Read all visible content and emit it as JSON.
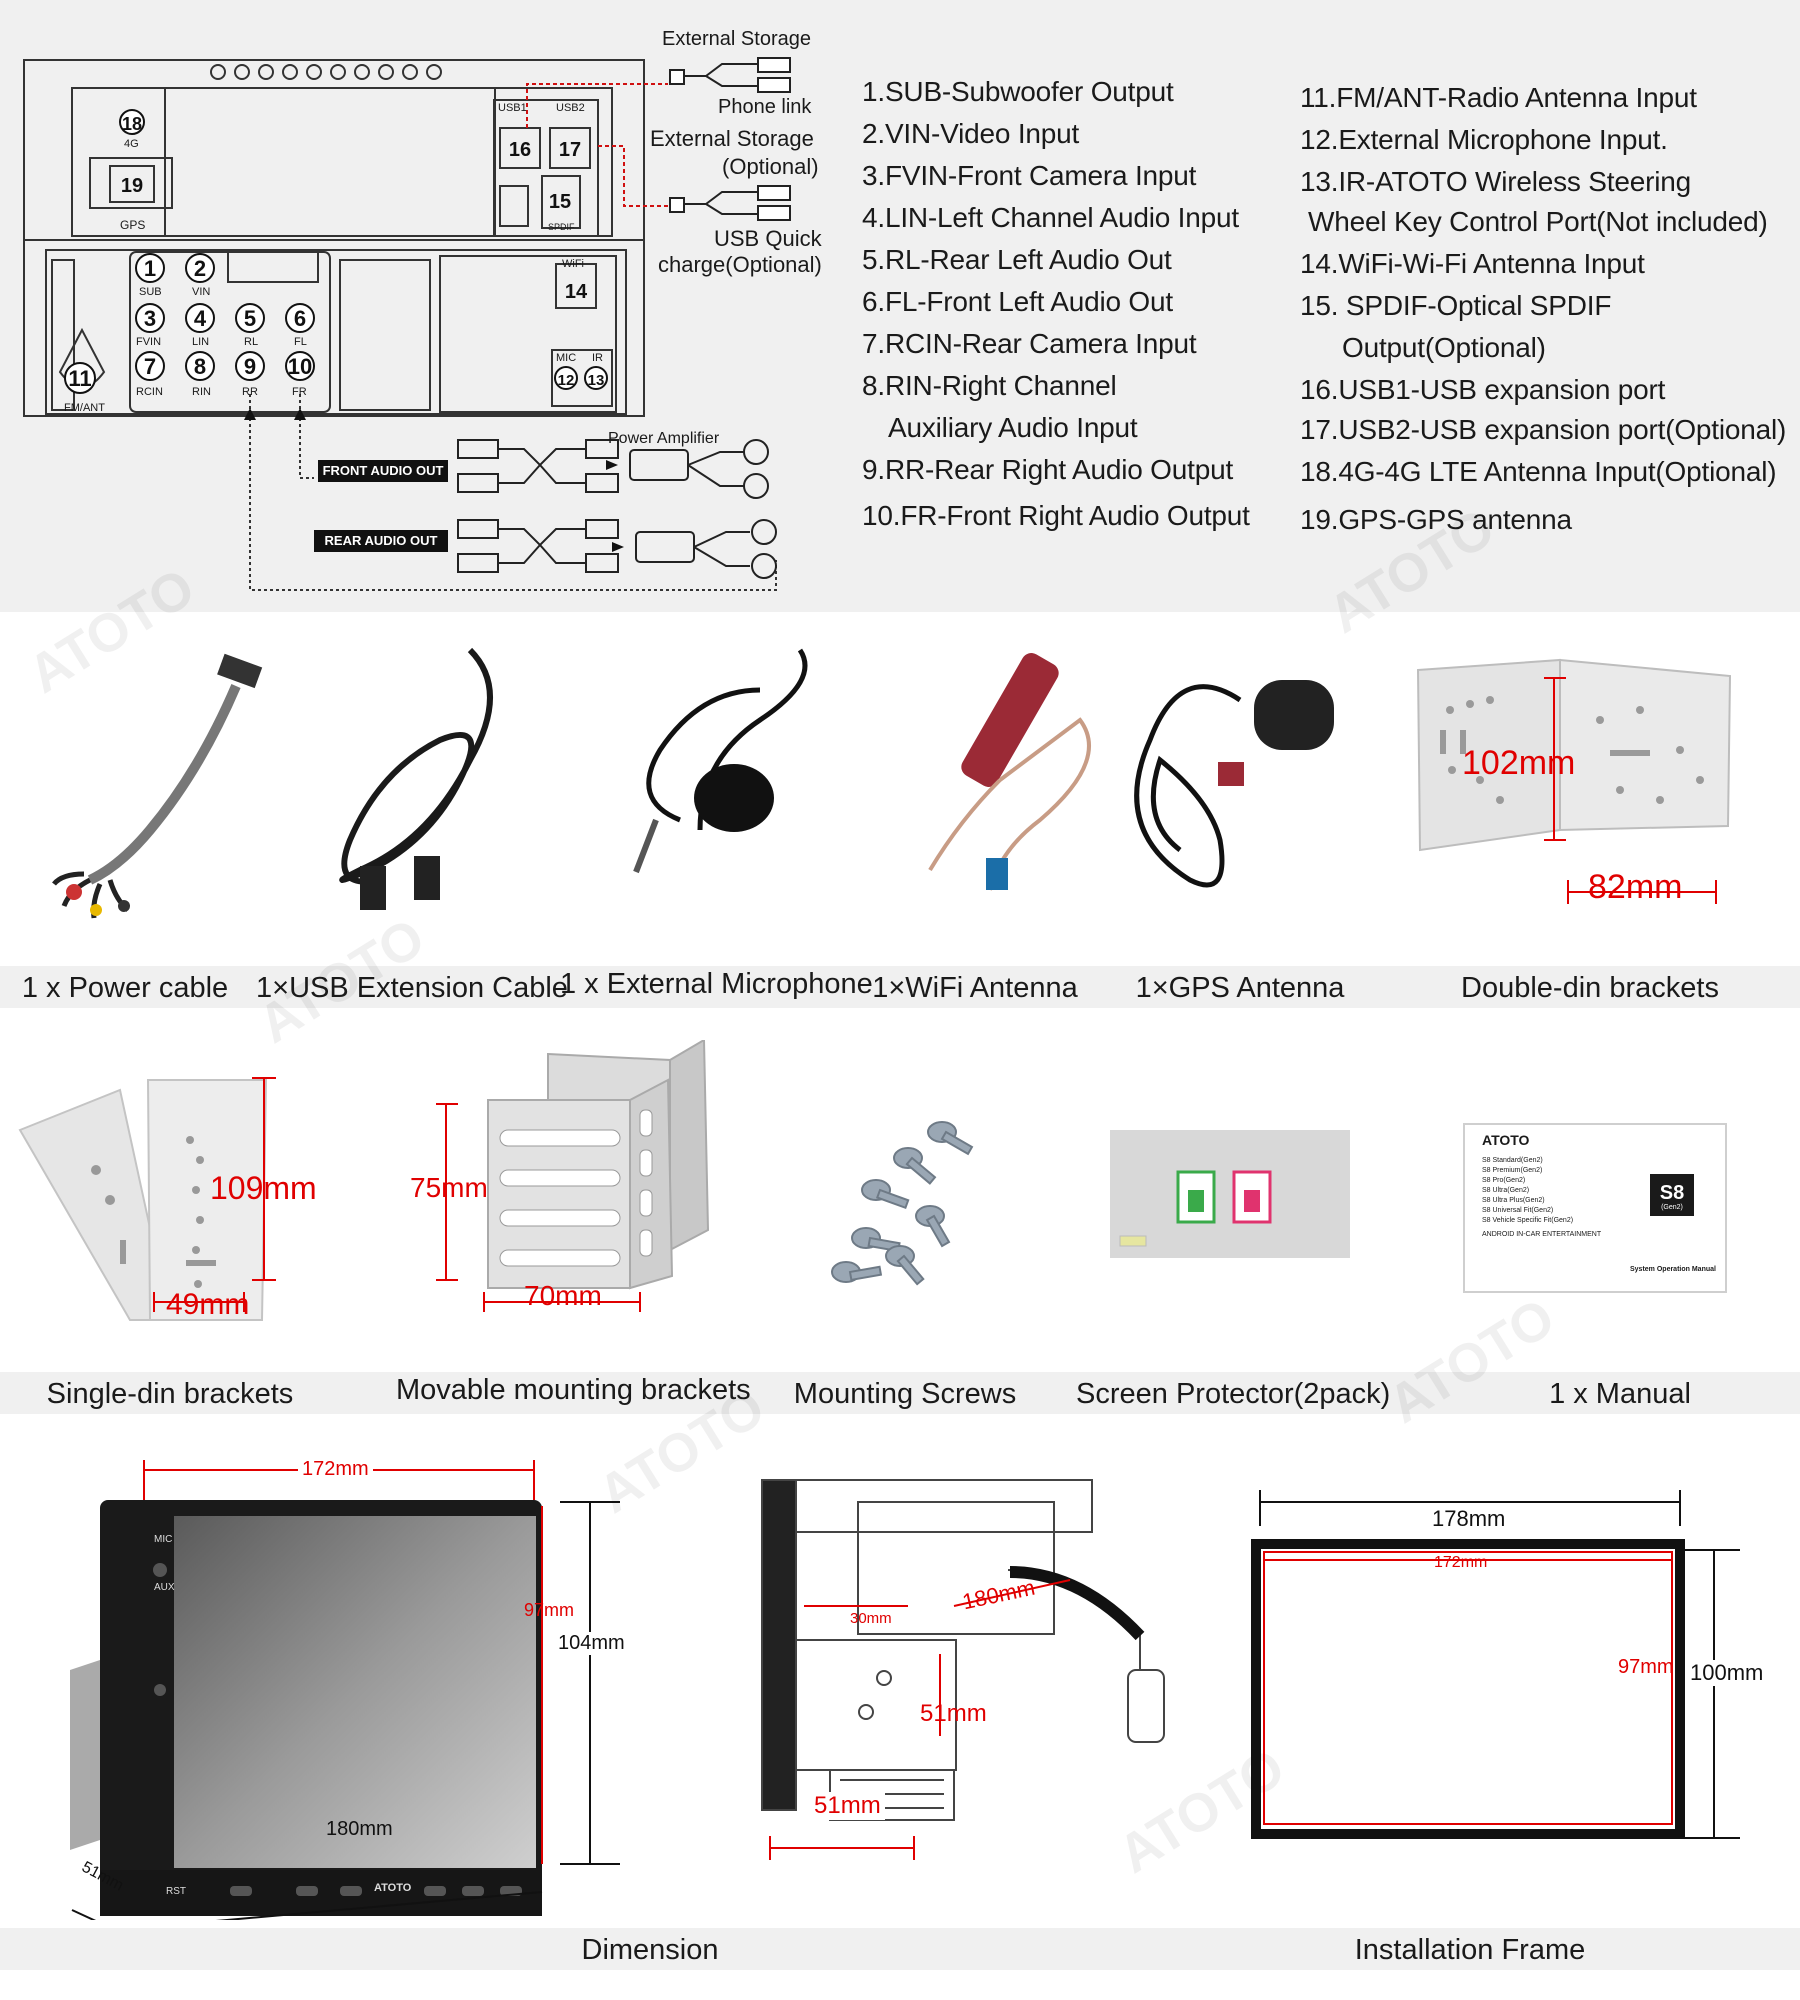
{
  "brand": "ATOTO",
  "wiring": {
    "ext_storage": "External Storage",
    "phone_link": "Phone link",
    "ext_storage_opt_1": "External Storage",
    "ext_storage_opt_2": "(Optional)",
    "usb_quick_1": "USB Quick",
    "usb_quick_2": "charge(Optional)",
    "power_amp": "Power Amplifier",
    "front_audio_out": "FRONT AUDIO OUT",
    "rear_audio_out": "REAR AUDIO OUT",
    "port_labels": {
      "g4": "4G",
      "gps": "GPS",
      "usb1": "USB1",
      "usb2": "USB2",
      "spdif": "SPDIF",
      "wifi": "WiFi",
      "sub": "SUB",
      "vin": "VIN",
      "fvin": "FVIN",
      "lin": "LIN",
      "rl": "RL",
      "fl": "FL",
      "rcin": "RCIN",
      "rin": "RIN",
      "rr": "RR",
      "fr": "FR",
      "mic": "MIC",
      "ir": "IR",
      "fmant": "FM/ANT"
    }
  },
  "legend_left": [
    "1.SUB-Subwoofer Output",
    "2.VIN-Video Input",
    "3.FVIN-Front Camera Input",
    "4.LIN-Left Channel Audio Input",
    "5.RL-Rear Left Audio Out",
    "6.FL-Front Left Audio Out",
    "7.RCIN-Rear Camera Input",
    "8.RIN-Right Channel",
    "Auxiliary Audio Input",
    "9.RR-Rear Right Audio Output",
    "10.FR-Front Right Audio Output"
  ],
  "legend_right": [
    "11.FM/ANT-Radio Antenna Input",
    "12.External Microphone Input.",
    "13.IR-ATOTO Wireless Steering",
    "Wheel Key Control Port(Not included)",
    "14.WiFi-Wi-Fi Antenna Input",
    "15. SPDIF-Optical SPDIF",
    "Output(Optional)",
    "16.USB1-USB expansion port",
    "17.USB2-USB expansion port(Optional)",
    "18.4G-4G LTE Antenna Input(Optional)",
    "19.GPS-GPS antenna"
  ],
  "accessories_row1": [
    "1 x Power cable",
    "1×USB Extension Cable",
    "1 x External Microphone",
    "1×WiFi Antenna",
    "1×GPS Antenna",
    "Double-din brackets"
  ],
  "accessories_row2": [
    "Single-din brackets",
    "Movable mounting brackets",
    "Mounting Screws",
    "Screen Protector(2pack)",
    "1 x Manual"
  ],
  "dims": {
    "double_h": "102mm",
    "double_w": "82mm",
    "single_h": "109mm",
    "single_w": "49mm",
    "movable_h": "75mm",
    "movable_w": "70mm",
    "unit_w_top": "172mm",
    "unit_h_in": "97mm",
    "unit_h_out": "104mm",
    "unit_w_bottom": "180mm",
    "unit_depth": "51mm",
    "side_30": "30mm",
    "side_180": "180mm",
    "side_51_v": "51mm",
    "side_51_h": "51mm",
    "frame_w_out": "178mm",
    "frame_w_in": "172mm",
    "frame_h_in": "97mm",
    "frame_h_out": "100mm"
  },
  "screen_buttons": {
    "mic": "MIC",
    "aux": "AUX",
    "rst": "RST"
  },
  "manual": {
    "brand": "ATOTO",
    "badge": "S8",
    "badge_sub": "(Gen2)",
    "list": [
      "S8 Standard(Gen2)",
      "S8 Premium(Gen2)",
      "S8 Pro(Gen2)",
      "S8 Ultra(Gen2)",
      "S8 Ultra Plus(Gen2)",
      "S8 Universal Fit(Gen2)",
      "S8 Vehicle Specific Fit(Gen2)"
    ],
    "tagline": "ANDROID IN-CAR ENTERTAINMENT",
    "title": "System Operation Manual"
  },
  "bottom_captions": {
    "dimension": "Dimension",
    "frame": "Installation Frame"
  }
}
